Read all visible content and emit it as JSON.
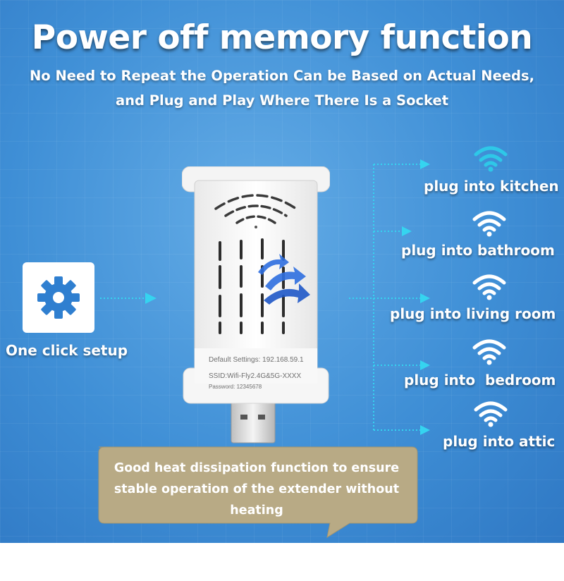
{
  "header": {
    "title": "Power off memory function",
    "subtitle_lines": [
      "No Need to Repeat the Operation Can be Based on Actual Needs,",
      "and Plug and Play Where There Is a Socket"
    ]
  },
  "setup": {
    "icon": "gear-icon",
    "label": "One click setup"
  },
  "rooms": [
    {
      "label": "plug into kitchen",
      "icon": "wifi-icon"
    },
    {
      "label": "plug into bathroom",
      "icon": "wifi-icon"
    },
    {
      "label": "plug into living room",
      "icon": "wifi-icon"
    },
    {
      "label": "plug into  bedroom",
      "icon": "wifi-icon"
    },
    {
      "label": "plug into attic",
      "icon": "wifi-icon"
    }
  ],
  "device_label": {
    "default_settings": "Default Settings: 192.168.59.1",
    "ssid": "SSID:Wifi-Fly2.4G&5G-XXXX",
    "password": "Password: 12345678"
  },
  "callout": {
    "lines": [
      "Good heat dissipation function to ensure",
      "stable operation of the extender without",
      "heating"
    ]
  },
  "colors": {
    "background": "#3f8fd6",
    "wifi": "#2ec8e8",
    "arrow": "#35d4f0",
    "callout": "#b8aa85"
  }
}
